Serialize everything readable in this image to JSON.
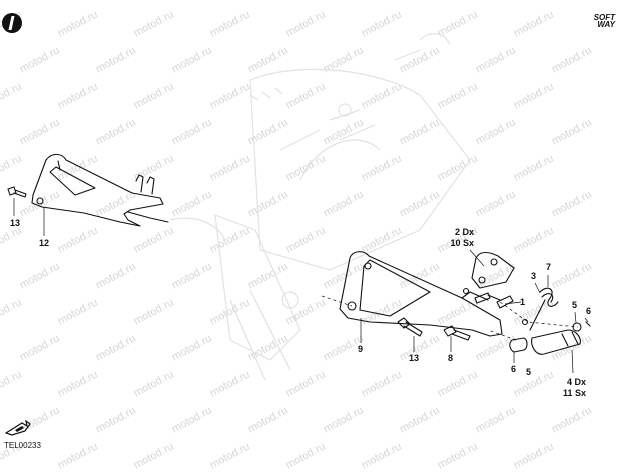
{
  "brand": {
    "logo_line1": "SOFT",
    "logo_line2": "WAY",
    "drawing_code": "TEL00233",
    "watermark_text": "motod.ru"
  },
  "icons": {
    "top_left_logo": "circle-logo-icon",
    "bottom_left_arrow": "direction-arrow-icon"
  },
  "callouts": {
    "c13_left": "13",
    "c12": "12",
    "c2_10": [
      "2 Dx",
      "10 Sx"
    ],
    "c3": "3",
    "c7": "7",
    "c1": "1",
    "c5_top": "5",
    "c6_right": "6",
    "c9": "9",
    "c13_mid": "13",
    "c8": "8",
    "c6_bottom": "6",
    "c5_bottom": "5",
    "c4_11": [
      "4 Dx",
      "11 Sx"
    ]
  },
  "colors": {
    "ink": "#111111",
    "watermark": "#d6d6d6",
    "ghost": "#e2e2e2"
  }
}
